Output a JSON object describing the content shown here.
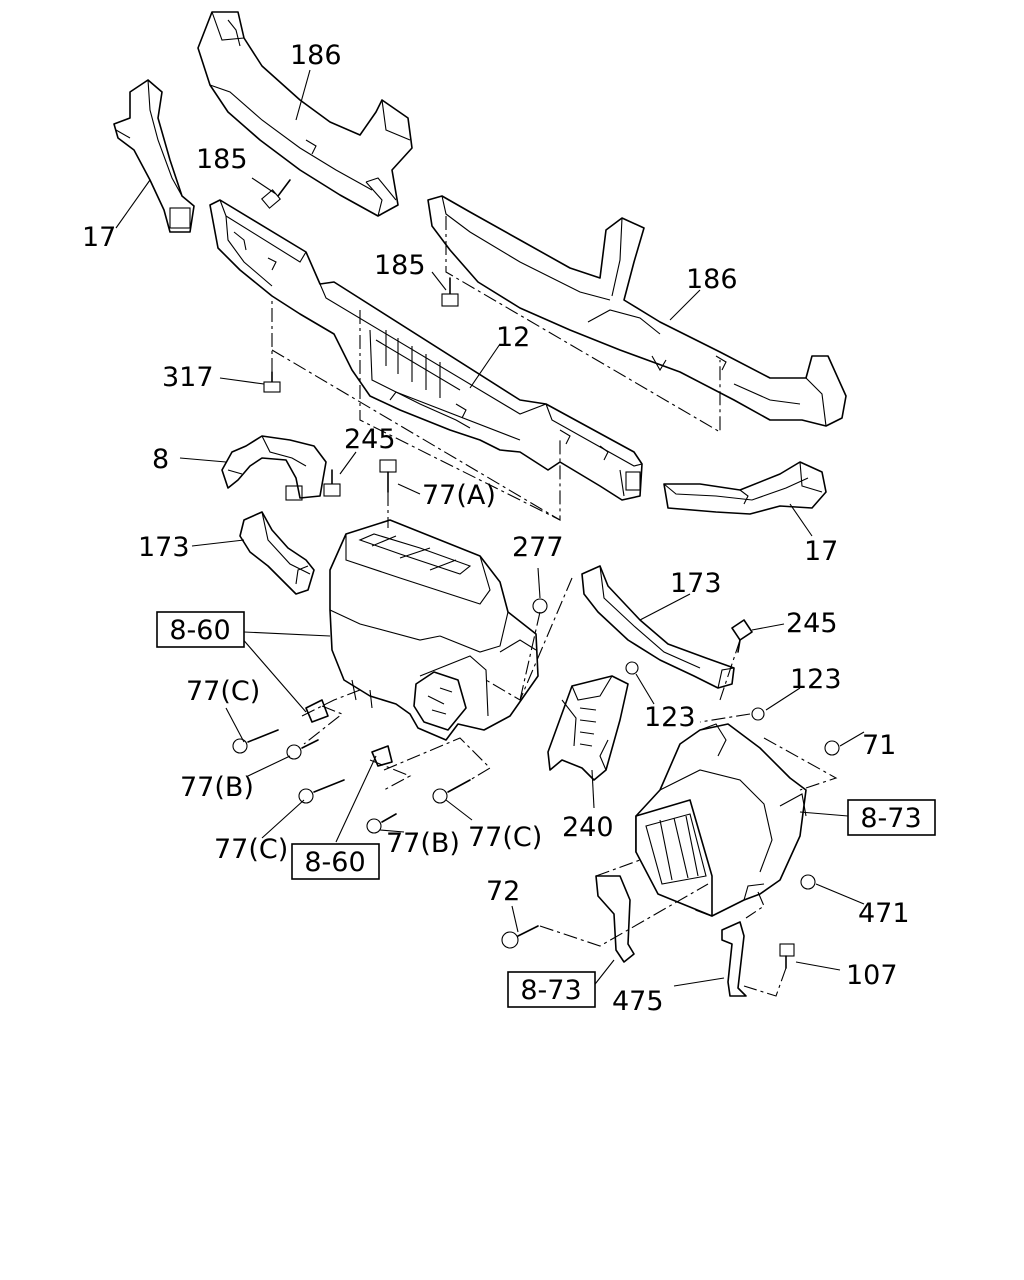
{
  "callouts": {
    "c186a": "186",
    "c185a": "185",
    "c17a": "17",
    "c185b": "185",
    "c186b": "186",
    "c12": "12",
    "c317": "317",
    "c8": "8",
    "c245a": "245",
    "c77a": "77(A)",
    "c173a": "173",
    "c277": "277",
    "c17b": "17",
    "c173b": "173",
    "c245b": "245",
    "c123a": "123",
    "c123b": "123",
    "c71": "71",
    "c77c1": "77(C)",
    "c77b1": "77(B)",
    "c240": "240",
    "c77c2": "77(C)",
    "c77b2": "77(B)",
    "c77c3": "77(C)",
    "c72": "72",
    "c471": "471",
    "c107": "107",
    "c475": "475"
  },
  "references": {
    "r860a": "8-60",
    "r860b": "8-60",
    "r873a": "8-73",
    "r873b": "8-73"
  }
}
